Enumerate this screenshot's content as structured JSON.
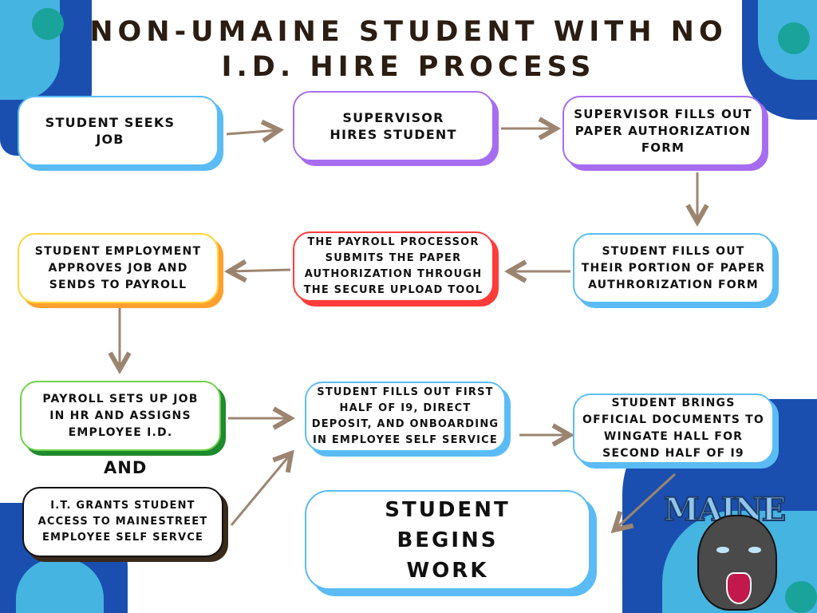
{
  "title": "NON-UMAINE STUDENT WITH NO I.D. HIRE PROCESS",
  "steps": {
    "seeks_job": "STUDENT SEEKS JOB",
    "supervisor_hires": "SUPERVISOR HIRES STUDENT",
    "supervisor_fills": "SUPERVISOR FILLS OUT PAPER AUTHORIZATION FORM",
    "student_fills_portion": "STUDENT FILLS OUT THEIR PORTION OF PAPER AUTHRORIZATION FORM",
    "payroll_processor": "THE PAYROLL PROCESSOR SUBMITS THE PAPER AUTHORIZATION THROUGH THE SECURE UPLOAD TOOL",
    "student_employment": "STUDENT EMPLOYMENT APPROVES JOB AND SENDS TO PAYROLL",
    "payroll_sets_up": "PAYROLL SETS UP JOB IN HR AND ASSIGNS EMPLOYEE I.D.",
    "and": "AND",
    "it_grants": "I.T. GRANTS STUDENT ACCESS TO MAINESTREET EMPLOYEE SELF SERVCE",
    "first_half": "STUDENT FILLS OUT FIRST HALF OF I9, DIRECT DEPOSIT, AND ONBOARDING IN EMPLOYEE SELF SERVICE",
    "brings_docs": "STUDENT BRINGS OFFICIAL DOCUMENTS TO WINGATE HALL FOR SECOND HALF OF I9",
    "begins_work": "STUDENT BEGINS WORK"
  },
  "logo": {
    "text": "MAINE"
  },
  "colors": {
    "blue": "#5bbcf5",
    "purple": "#a66df0",
    "red": "#ff3b3b",
    "yellow": "#ffd43b",
    "orange": "#ff9f2e",
    "green": "#6fd24a",
    "darkgreen": "#1e8a2e",
    "black": "#111111",
    "brown": "#3a2a1a",
    "arrow": "#9c8570"
  }
}
